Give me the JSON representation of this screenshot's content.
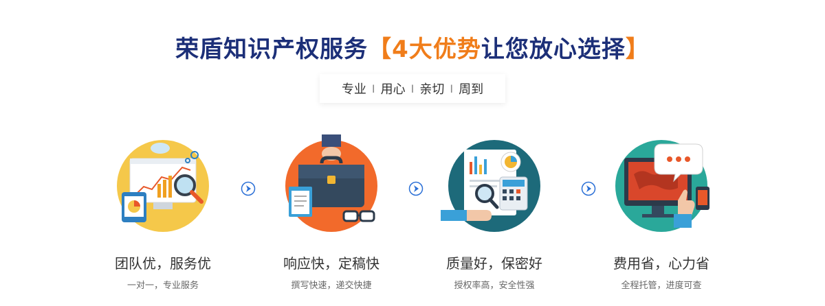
{
  "header": {
    "title_main": "荣盾知识产权服务",
    "bracket_open": "【",
    "title_accent": "4大优势",
    "title_rest": "让您放心选择",
    "bracket_close": "】"
  },
  "tagline": [
    "专业",
    "用心",
    "亲切",
    "周到"
  ],
  "tagline_separator": "I",
  "features": [
    {
      "heading": "团队优，服务优",
      "sub": "一对一，专业服务",
      "icon": "analytics-dashboard-icon",
      "circle_color": "#f5c84a"
    },
    {
      "heading": "响应快，定稿快",
      "sub": "撰写快速，递交快捷",
      "icon": "briefcase-icon",
      "circle_color": "#f26a2b"
    },
    {
      "heading": "质量好，保密好",
      "sub": "授权率高，安全性强",
      "icon": "magnifier-report-icon",
      "circle_color": "#1d6a7a"
    },
    {
      "heading": "费用省，心力省",
      "sub": "全程托管，进度可查",
      "icon": "chat-monitor-icon",
      "circle_color": "#2aa89a"
    }
  ],
  "colors": {
    "title": "#1c2f78",
    "accent": "#f07d1a",
    "arrow": "#2a6fd6"
  }
}
